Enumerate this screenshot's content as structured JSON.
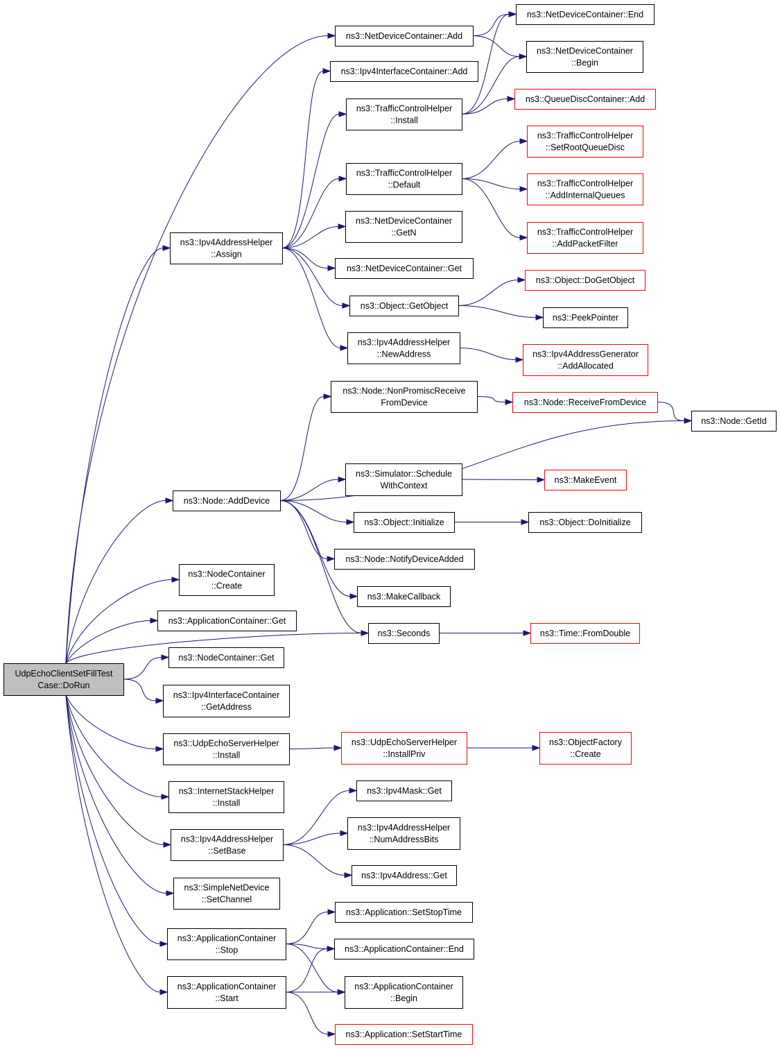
{
  "colors": {
    "edge": "#191970",
    "root_fill": "#bfbfbf",
    "node_border": "#000000",
    "external_border": "#ff0000",
    "node_fill": "#ffffff"
  },
  "nodes": {
    "root": {
      "lines": [
        "UdpEchoClientSetFillTest",
        "Case::DoRun"
      ],
      "style": "root"
    },
    "ndc_add": {
      "lines": [
        "ns3::NetDeviceContainer::Add"
      ],
      "style": "normal"
    },
    "ndc_end": {
      "lines": [
        "ns3::NetDeviceContainer::End"
      ],
      "style": "normal"
    },
    "ndc_begin": {
      "lines": [
        "ns3::NetDeviceContainer",
        "::Begin"
      ],
      "style": "normal"
    },
    "iic_add": {
      "lines": [
        "ns3::Ipv4InterfaceContainer::Add"
      ],
      "style": "normal"
    },
    "tch_install": {
      "lines": [
        "ns3::TrafficControlHelper",
        "::Install"
      ],
      "style": "normal"
    },
    "qdc_add": {
      "lines": [
        "ns3::QueueDiscContainer::Add"
      ],
      "style": "external"
    },
    "tch_srqd": {
      "lines": [
        "ns3::TrafficControlHelper",
        "::SetRootQueueDisc"
      ],
      "style": "external"
    },
    "tch_default": {
      "lines": [
        "ns3::TrafficControlHelper",
        "::Default"
      ],
      "style": "normal"
    },
    "tch_aiq": {
      "lines": [
        "ns3::TrafficControlHelper",
        "::AddInternalQueues"
      ],
      "style": "external"
    },
    "tch_apf": {
      "lines": [
        "ns3::TrafficControlHelper",
        "::AddPacketFilter"
      ],
      "style": "external"
    },
    "ndc_getn": {
      "lines": [
        "ns3::NetDeviceContainer",
        "::GetN"
      ],
      "style": "normal"
    },
    "iah_assign": {
      "lines": [
        "ns3::Ipv4AddressHelper",
        "::Assign"
      ],
      "style": "normal"
    },
    "ndc_get": {
      "lines": [
        "ns3::NetDeviceContainer::Get"
      ],
      "style": "normal"
    },
    "obj_dogetobject": {
      "lines": [
        "ns3::Object::DoGetObject"
      ],
      "style": "external"
    },
    "obj_getobject": {
      "lines": [
        "ns3::Object::GetObject"
      ],
      "style": "normal"
    },
    "peekpointer": {
      "lines": [
        "ns3::PeekPointer"
      ],
      "style": "normal"
    },
    "iah_newaddress": {
      "lines": [
        "ns3::Ipv4AddressHelper",
        "::NewAddress"
      ],
      "style": "normal"
    },
    "iag_addallocated": {
      "lines": [
        "ns3::Ipv4AddressGenerator",
        "::AddAllocated"
      ],
      "style": "external"
    },
    "node_nonpromisc": {
      "lines": [
        "ns3::Node::NonPromiscReceive",
        "FromDevice"
      ],
      "style": "normal"
    },
    "node_receive": {
      "lines": [
        "ns3::Node::ReceiveFromDevice"
      ],
      "style": "external"
    },
    "node_getid": {
      "lines": [
        "ns3::Node::GetId"
      ],
      "style": "normal"
    },
    "sim_schedule": {
      "lines": [
        "ns3::Simulator::Schedule",
        "WithContext"
      ],
      "style": "normal"
    },
    "makeevent": {
      "lines": [
        "ns3::MakeEvent"
      ],
      "style": "external"
    },
    "node_adddevice": {
      "lines": [
        "ns3::Node::AddDevice"
      ],
      "style": "normal"
    },
    "obj_initialize": {
      "lines": [
        "ns3::Object::Initialize"
      ],
      "style": "normal"
    },
    "obj_doinitialize": {
      "lines": [
        "ns3::Object::DoInitialize"
      ],
      "style": "normal"
    },
    "node_notify": {
      "lines": [
        "ns3::Node::NotifyDeviceAdded"
      ],
      "style": "normal"
    },
    "makecallback": {
      "lines": [
        "ns3::MakeCallback"
      ],
      "style": "normal"
    },
    "nc_create": {
      "lines": [
        "ns3::NodeContainer",
        "::Create"
      ],
      "style": "normal"
    },
    "seconds": {
      "lines": [
        "ns3::Seconds"
      ],
      "style": "normal"
    },
    "time_fromdouble": {
      "lines": [
        "ns3::Time::FromDouble"
      ],
      "style": "external"
    },
    "ac_get": {
      "lines": [
        "ns3::ApplicationContainer::Get"
      ],
      "style": "normal"
    },
    "nc_get": {
      "lines": [
        "ns3::NodeContainer::Get"
      ],
      "style": "normal"
    },
    "iic_getaddress": {
      "lines": [
        "ns3::Ipv4InterfaceContainer",
        "::GetAddress"
      ],
      "style": "normal"
    },
    "uesh_install": {
      "lines": [
        "ns3::UdpEchoServerHelper",
        "::Install"
      ],
      "style": "normal"
    },
    "uesh_installpriv": {
      "lines": [
        "ns3::UdpEchoServerHelper",
        "::InstallPriv"
      ],
      "style": "external"
    },
    "of_create": {
      "lines": [
        "ns3::ObjectFactory",
        "::Create"
      ],
      "style": "external"
    },
    "ish_install": {
      "lines": [
        "ns3::InternetStackHelper",
        "::Install"
      ],
      "style": "normal"
    },
    "mask_get": {
      "lines": [
        "ns3::Ipv4Mask::Get"
      ],
      "style": "normal"
    },
    "iah_setbase": {
      "lines": [
        "ns3::Ipv4AddressHelper",
        "::SetBase"
      ],
      "style": "normal"
    },
    "iah_numaddrbits": {
      "lines": [
        "ns3::Ipv4AddressHelper",
        "::NumAddressBits"
      ],
      "style": "normal"
    },
    "addr_get": {
      "lines": [
        "ns3::Ipv4Address::Get"
      ],
      "style": "normal"
    },
    "snd_setchannel": {
      "lines": [
        "ns3::SimpleNetDevice",
        "::SetChannel"
      ],
      "style": "normal"
    },
    "app_setstoptime": {
      "lines": [
        "ns3::Application::SetStopTime"
      ],
      "style": "normal"
    },
    "ac_stop": {
      "lines": [
        "ns3::ApplicationContainer",
        "::Stop"
      ],
      "style": "normal"
    },
    "ac_end": {
      "lines": [
        "ns3::ApplicationContainer::End"
      ],
      "style": "normal"
    },
    "ac_start": {
      "lines": [
        "ns3::ApplicationContainer",
        "::Start"
      ],
      "style": "normal"
    },
    "ac_begin": {
      "lines": [
        "ns3::ApplicationContainer",
        "::Begin"
      ],
      "style": "normal"
    },
    "app_setstarttime": {
      "lines": [
        "ns3::Application::SetStartTime"
      ],
      "style": "external"
    }
  },
  "edges": [
    [
      "root",
      "ndc_add"
    ],
    [
      "root",
      "iah_assign"
    ],
    [
      "root",
      "node_adddevice"
    ],
    [
      "root",
      "seconds"
    ],
    [
      "root",
      "nc_create"
    ],
    [
      "root",
      "ac_get"
    ],
    [
      "root",
      "nc_get"
    ],
    [
      "root",
      "iic_getaddress"
    ],
    [
      "root",
      "uesh_install"
    ],
    [
      "root",
      "ish_install"
    ],
    [
      "root",
      "iah_setbase"
    ],
    [
      "root",
      "snd_setchannel"
    ],
    [
      "root",
      "ac_stop"
    ],
    [
      "root",
      "ac_start"
    ],
    [
      "ndc_add",
      "ndc_end"
    ],
    [
      "ndc_add",
      "ndc_begin"
    ],
    [
      "iah_assign",
      "iic_add"
    ],
    [
      "iah_assign",
      "tch_install"
    ],
    [
      "iah_assign",
      "tch_default"
    ],
    [
      "iah_assign",
      "ndc_getn"
    ],
    [
      "iah_assign",
      "ndc_get"
    ],
    [
      "iah_assign",
      "obj_getobject"
    ],
    [
      "iah_assign",
      "iah_newaddress"
    ],
    [
      "tch_install",
      "ndc_end"
    ],
    [
      "tch_install",
      "ndc_begin"
    ],
    [
      "tch_install",
      "qdc_add"
    ],
    [
      "tch_default",
      "tch_srqd"
    ],
    [
      "tch_default",
      "tch_aiq"
    ],
    [
      "tch_default",
      "tch_apf"
    ],
    [
      "obj_getobject",
      "obj_dogetobject"
    ],
    [
      "obj_getobject",
      "peekpointer"
    ],
    [
      "iah_newaddress",
      "iag_addallocated"
    ],
    [
      "node_adddevice",
      "node_nonpromisc"
    ],
    [
      "node_adddevice",
      "node_getid"
    ],
    [
      "node_adddevice",
      "sim_schedule"
    ],
    [
      "node_adddevice",
      "obj_initialize"
    ],
    [
      "node_adddevice",
      "node_notify"
    ],
    [
      "node_adddevice",
      "makecallback"
    ],
    [
      "node_adddevice",
      "seconds"
    ],
    [
      "node_nonpromisc",
      "node_receive"
    ],
    [
      "node_receive",
      "node_getid"
    ],
    [
      "sim_schedule",
      "makeevent"
    ],
    [
      "obj_initialize",
      "obj_doinitialize"
    ],
    [
      "seconds",
      "time_fromdouble"
    ],
    [
      "uesh_install",
      "uesh_installpriv"
    ],
    [
      "uesh_installpriv",
      "of_create"
    ],
    [
      "iah_setbase",
      "mask_get"
    ],
    [
      "iah_setbase",
      "iah_numaddrbits"
    ],
    [
      "iah_setbase",
      "addr_get"
    ],
    [
      "ac_stop",
      "app_setstoptime"
    ],
    [
      "ac_stop",
      "ac_end"
    ],
    [
      "ac_stop",
      "ac_begin"
    ],
    [
      "ac_start",
      "ac_end"
    ],
    [
      "ac_start",
      "ac_begin"
    ],
    [
      "ac_start",
      "app_setstarttime"
    ]
  ]
}
